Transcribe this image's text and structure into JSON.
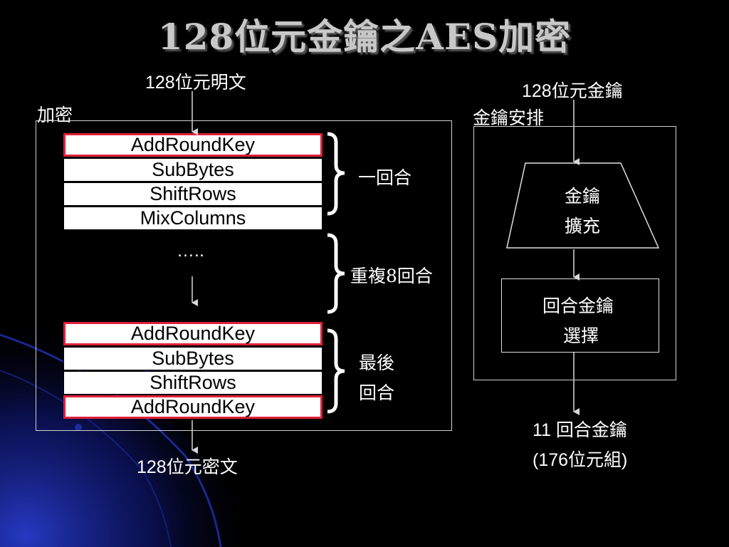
{
  "title": "128位元金鑰之AES加密",
  "encryption": {
    "section_label": "加密",
    "input_label": "128位元明文",
    "output_label": "128位元密文",
    "first_round_steps": [
      "AddRoundKey",
      "SubBytes",
      "ShiftRows",
      "MixColumns"
    ],
    "ellipsis": "…..",
    "final_round_steps": [
      "AddRoundKey",
      "SubBytes",
      "ShiftRows",
      "AddRoundKey"
    ],
    "brace_one_round": "一回合",
    "brace_repeat": "重複8回合",
    "brace_final_line1": "最後",
    "brace_final_line2": "回合"
  },
  "key_schedule": {
    "section_label": "金鑰安排",
    "input_label": "128位元金鑰",
    "expansion_line1": "金鑰",
    "expansion_line2": "擴充",
    "selection_line1": "回合金鑰",
    "selection_line2": "選擇",
    "output_line1": "11 回合金鑰",
    "output_line2": "(176位元組)"
  },
  "colors": {
    "background": "#000000",
    "highlight_border": "#e0203a",
    "deco_blue": "#1e2fbf"
  }
}
